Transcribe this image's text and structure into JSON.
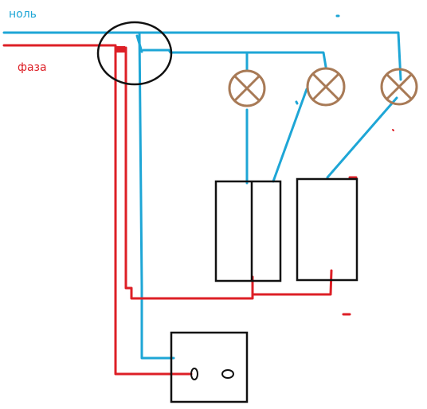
{
  "labels": {
    "neutral": "ноль",
    "phase": "фаза"
  },
  "colors": {
    "neutral_wire": "#1ea6d6",
    "phase_wire": "#dd1f26",
    "lamp": "#a87a56",
    "outline": "#111111",
    "background": "#ffffff"
  },
  "components": {
    "lamps": 3,
    "switches": 2,
    "junction_box": 1,
    "socket": 1
  }
}
